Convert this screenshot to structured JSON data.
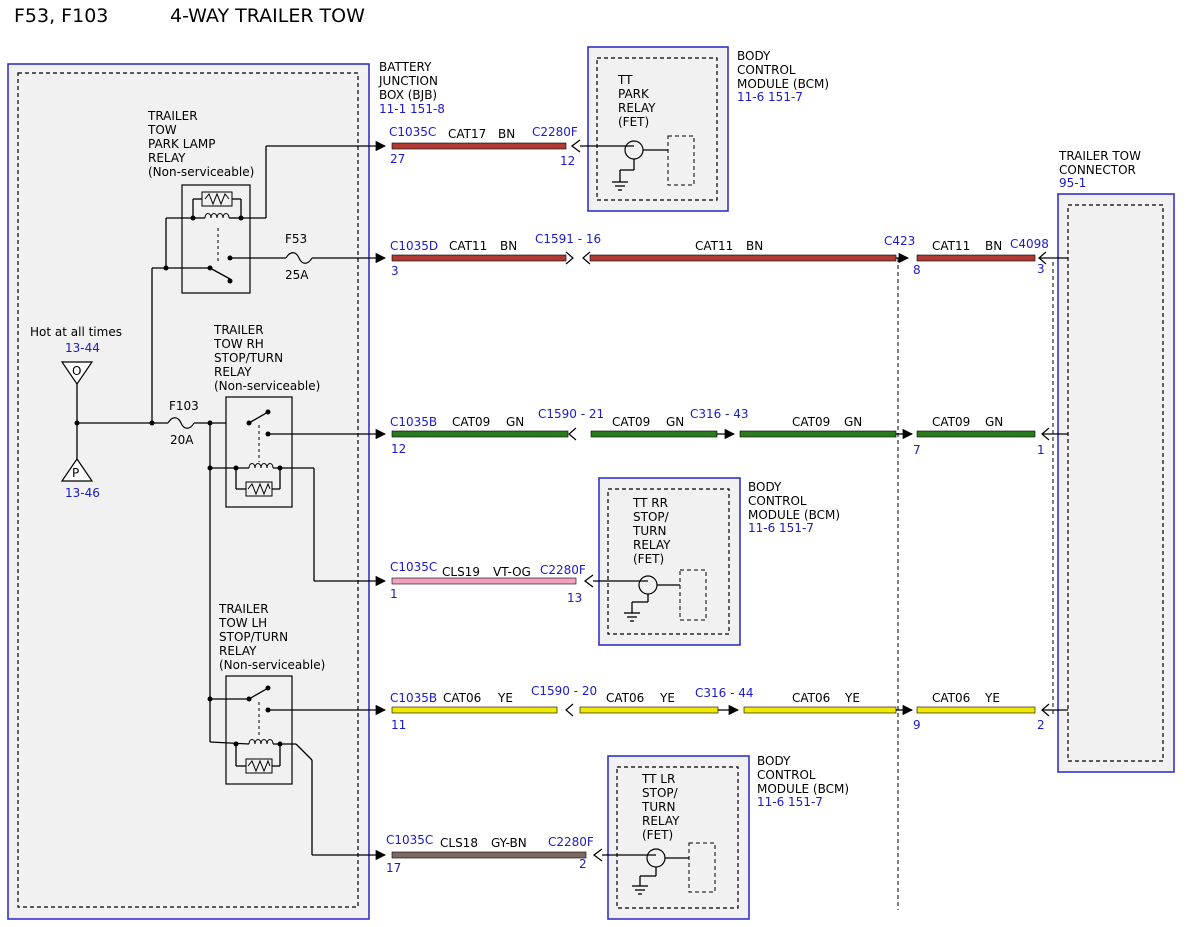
{
  "header": {
    "fuses": "F53, F103",
    "title": "4-WAY TRAILER TOW"
  },
  "colors": {
    "blue_label": "#1a1acc",
    "box_border": "#3333cc",
    "BN": "#b03a34",
    "GN": "#2a7a1f",
    "VT-OG": "#f2a0c0",
    "YE": "#f0e800",
    "GY-BN": "#7a6a60"
  },
  "left_panel": {
    "hot": {
      "label": "Hot at all times",
      "ref": "13-44",
      "ref2": "13-46",
      "o": "O",
      "p": "P"
    },
    "fuse_f53": {
      "name": "F53",
      "rating": "25A"
    },
    "fuse_f103": {
      "name": "F103",
      "rating": "20A"
    },
    "relay_park": [
      "TRAILER",
      "TOW",
      "PARK LAMP",
      "RELAY",
      "(Non-serviceable)"
    ],
    "relay_rh": [
      "TRAILER",
      "TOW RH",
      "STOP/TURN",
      "RELAY",
      "(Non-serviceable)"
    ],
    "relay_lh": [
      "TRAILER",
      "TOW LH",
      "STOP/TURN",
      "RELAY",
      "(Non-serviceable)"
    ]
  },
  "bjb": {
    "lines": [
      "BATTERY",
      "JUNCTION",
      "BOX (BJB)"
    ],
    "refs": "11-1   151-8"
  },
  "bcm1": {
    "lines": [
      "BODY",
      "CONTROL",
      "MODULE (BCM)"
    ],
    "refs": "11-6   151-7",
    "inner": [
      "TT",
      "PARK",
      "RELAY",
      "(FET)"
    ]
  },
  "bcm2": {
    "lines": [
      "BODY",
      "CONTROL",
      "MODULE (BCM)"
    ],
    "refs": "11-6   151-7",
    "inner": [
      "TT RR",
      "STOP/",
      "TURN",
      "RELAY",
      "(FET)"
    ]
  },
  "bcm3": {
    "lines": [
      "BODY",
      "CONTROL",
      "MODULE (BCM)"
    ],
    "refs": "11-6   151-7",
    "inner": [
      "TT LR",
      "STOP/",
      "TURN",
      "RELAY",
      "(FET)"
    ]
  },
  "connector": {
    "lines": [
      "TRAILER TOW",
      "CONNECTOR"
    ],
    "ref": "95-1"
  },
  "circuits": [
    {
      "conn_left": "C1035C",
      "pin_left": "27",
      "circuit": "CAT17",
      "color": "BN",
      "conn_right": "C2280F",
      "pin_right": "12"
    },
    {
      "conn_left": "C1035D",
      "pin_left": "3",
      "circuit": "CAT11",
      "color": "BN",
      "splice": "C1591 -  16",
      "circuit2": "CAT11",
      "color2": "BN",
      "conn3": "C423",
      "pin3": "8",
      "circuit3": "CAT11",
      "color3": "BN",
      "conn4": "C4098",
      "pin4": "3"
    },
    {
      "conn_left": "C1035B",
      "pin_left": "12",
      "circuit": "CAT09",
      "color": "GN",
      "splice": "C1590 -  21",
      "circuit2": "CAT09",
      "color2": "GN",
      "conn_mid": "C316 - 43",
      "circuit3": "CAT09",
      "color3": "GN",
      "pin3": "7",
      "circuit4": "CAT09",
      "color4": "GN",
      "pin4": "1"
    },
    {
      "conn_left": "C1035C",
      "pin_left": "1",
      "circuit": "CLS19",
      "color": "VT-OG",
      "conn_right": "C2280F",
      "pin_right": "13"
    },
    {
      "conn_left": "C1035B",
      "pin_left": "11",
      "circuit": "CAT06",
      "color": "YE",
      "splice": "C1590 -  20",
      "circuit2": "CAT06",
      "color2": "YE",
      "conn_mid": "C316 - 44",
      "circuit3": "CAT06",
      "color3": "YE",
      "pin3": "9",
      "circuit4": "CAT06",
      "color4": "YE",
      "pin4": "2"
    },
    {
      "conn_left": "C1035C",
      "pin_left": "17",
      "circuit": "CLS18",
      "color": "GY-BN",
      "conn_right": "C2280F",
      "pin_right": "2"
    }
  ]
}
